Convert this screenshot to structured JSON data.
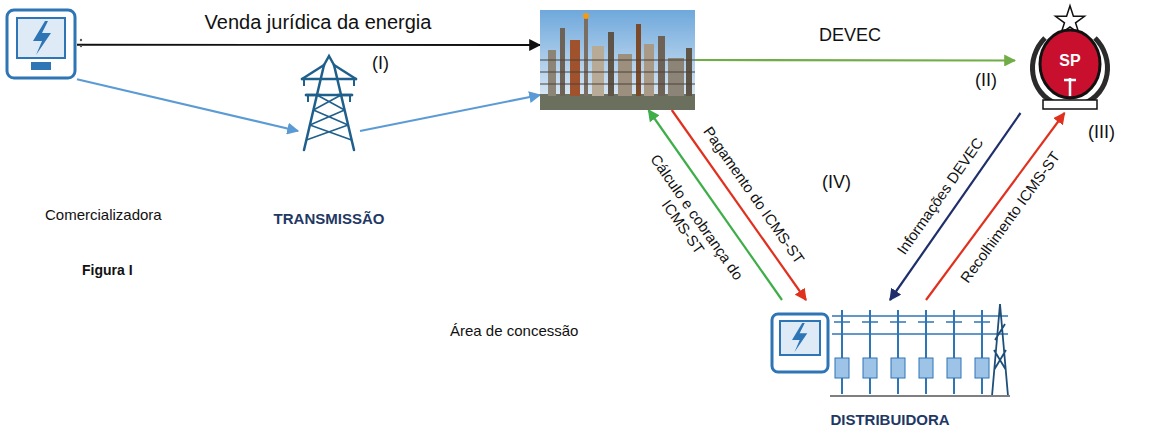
{
  "diagram": {
    "nodes": [
      {
        "text": [
          "Comercializadora"
        ]
      },
      {
        "text": [
          "TRANSMISSÃO"
        ]
      },
      {
        "text": []
      },
      {
        "text": [
          "SP"
        ]
      },
      {
        "text": [
          "DISTRIBUIDORA"
        ]
      }
    ],
    "edges": [
      {
        "from": 0,
        "to": 2,
        "label": "Venda jurídica da energia",
        "arrow": "to"
      },
      {
        "from": 0,
        "to": 1,
        "arrow": "to"
      },
      {
        "from": 1,
        "to": 2,
        "arrow": "to"
      },
      {
        "from": 2,
        "to": 3,
        "label": "DEVEC",
        "arrow": "to"
      },
      {
        "from": 4,
        "to": 2,
        "label": "Cálculo e cobrança do ICMS-ST",
        "arrow": "to"
      },
      {
        "from": 2,
        "to": 4,
        "label": "Pagamento do ICMS-ST",
        "arrow": "to"
      },
      {
        "from": 3,
        "to": 4,
        "label": "Informações DEVEC",
        "arrow": "to"
      },
      {
        "from": 4,
        "to": 3,
        "label": "Recolhimento ICMS-ST",
        "arrow": "to"
      }
    ],
    "labels": [
      "(I)",
      "(II)",
      "(III)",
      "(IV)",
      "Figura I",
      "Área de concessão"
    ]
  }
}
